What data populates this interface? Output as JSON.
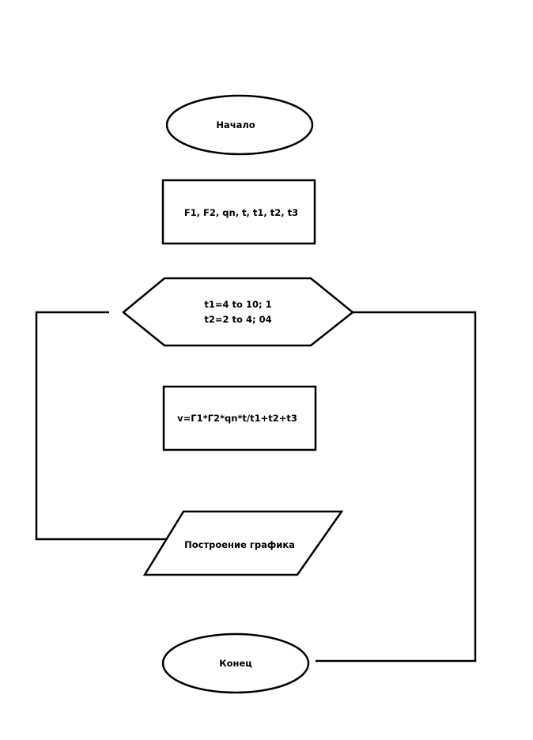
{
  "flowchart": {
    "start": {
      "label": "Начало"
    },
    "input": {
      "label": "F1, F2, qn, t, t1, t2, t3"
    },
    "loop": {
      "line1": "t1=4 to 10; 1",
      "line2": "t2=2 to 4; 04"
    },
    "process": {
      "label": "v=Г1*Г2*qn*t/t1+t2+t3"
    },
    "output": {
      "label": "Построение графика"
    },
    "end": {
      "label": "Конец"
    }
  }
}
